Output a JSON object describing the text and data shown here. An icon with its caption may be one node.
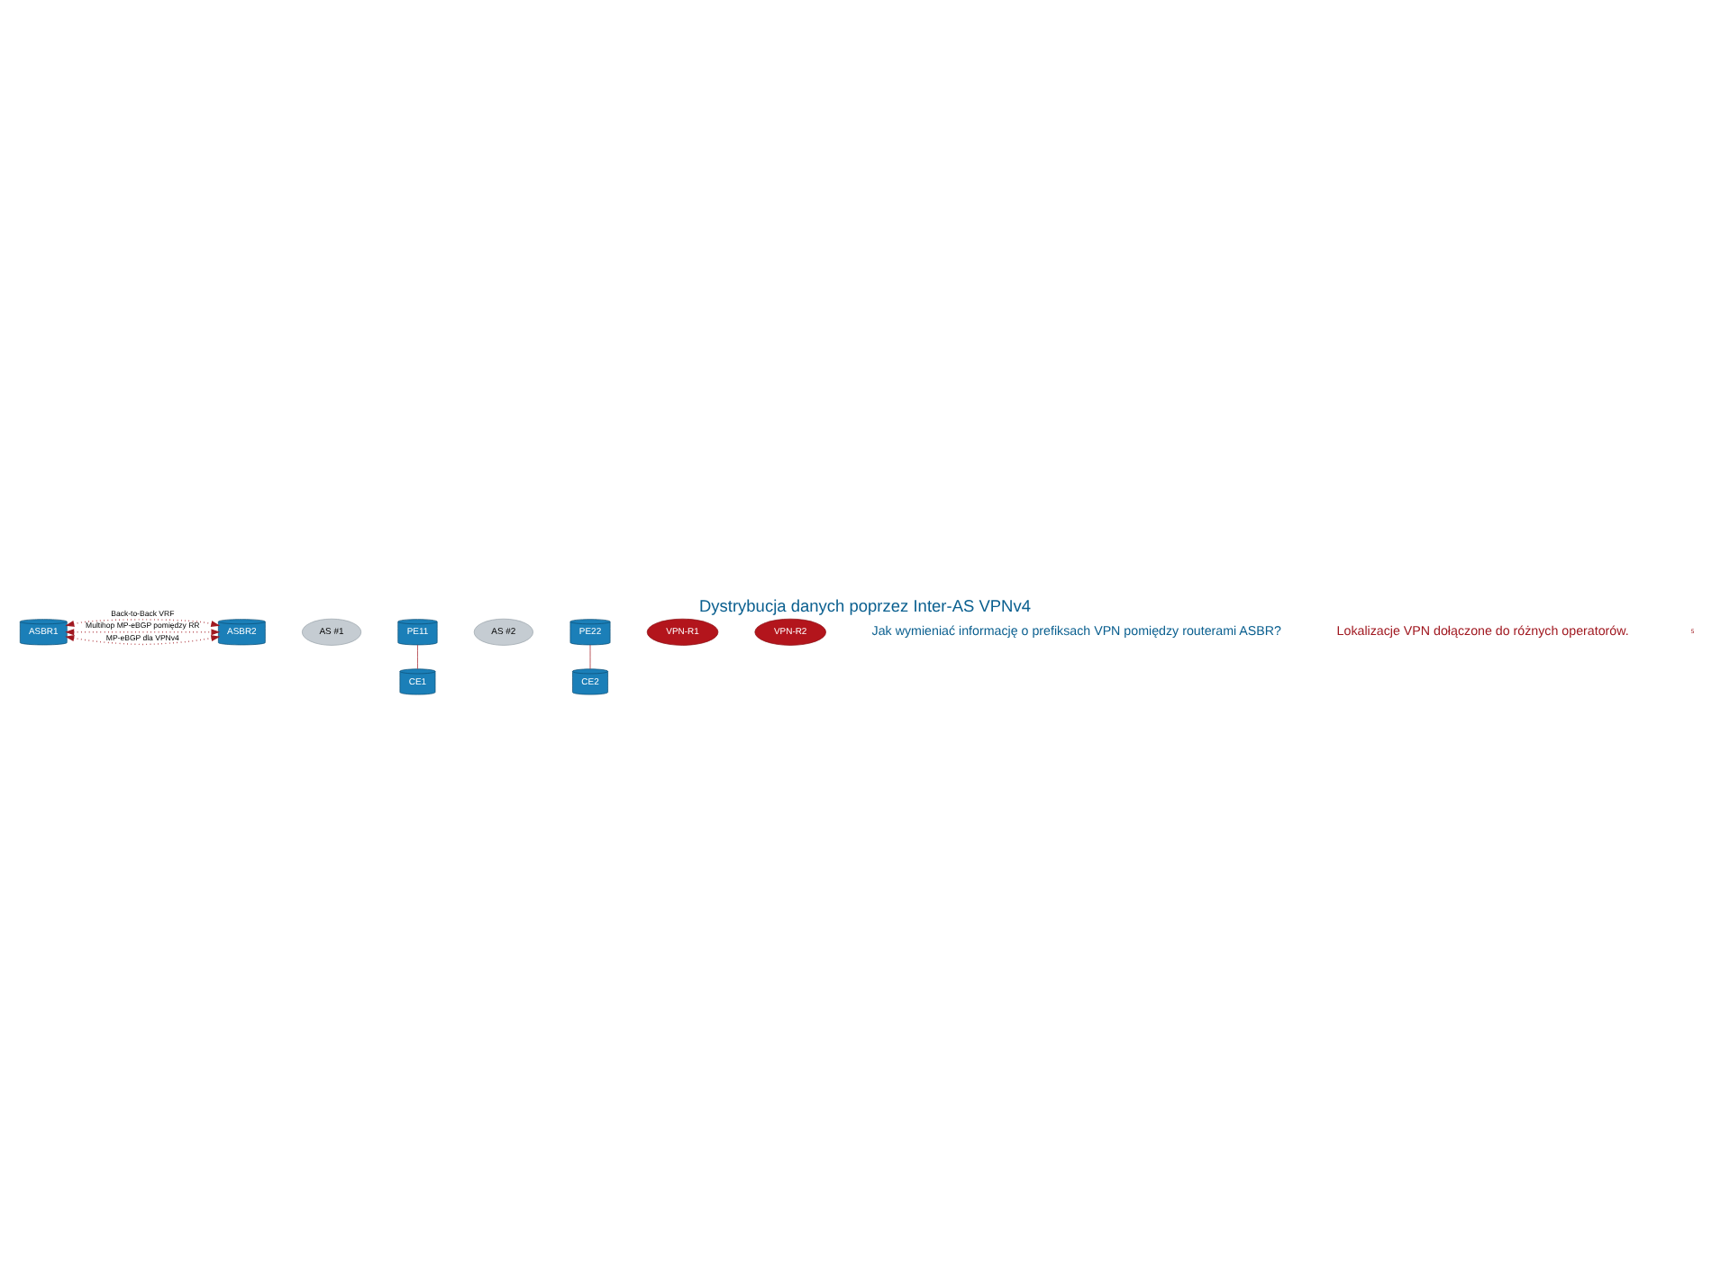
{
  "diagram": {
    "title": "Dystrybucja danych poprzez Inter-AS VPNv4",
    "nodes": [
      {
        "text": [
          "ASBR1"
        ]
      },
      {
        "text": [
          "ASBR2"
        ]
      },
      {
        "text": [
          "AS #1"
        ]
      },
      {
        "text": [
          "PE11"
        ]
      },
      {
        "text": [
          "AS #2"
        ]
      },
      {
        "text": [
          "PE22"
        ]
      },
      {
        "text": [
          "CE1"
        ]
      },
      {
        "text": [
          "CE2"
        ]
      },
      {
        "text": [
          "VPN-R1"
        ]
      },
      {
        "text": [
          "VPN-R2"
        ]
      }
    ],
    "edges": [
      {
        "from": 0,
        "to": 1,
        "arrow": "both",
        "label": "Back-to-Back VRF",
        "style": "dashed"
      },
      {
        "from": 0,
        "to": 1,
        "arrow": "both",
        "label": "MP-eBGP dla VPNv4",
        "style": "dashed"
      },
      {
        "from": 0,
        "to": 1,
        "arrow": "both",
        "label": "Multihop MP-eBGP pomiędzy RR",
        "style": "dashed"
      },
      {
        "from": 3,
        "to": 6,
        "arrow": "none"
      },
      {
        "from": 5,
        "to": 7,
        "arrow": "none"
      }
    ],
    "labels": [
      "Jak wymieniać informację o prefiksach VPN pomiędzy routerami ASBR?",
      "Lokalizacje VPN dołączone do różnych operatorów.",
      "5"
    ]
  }
}
